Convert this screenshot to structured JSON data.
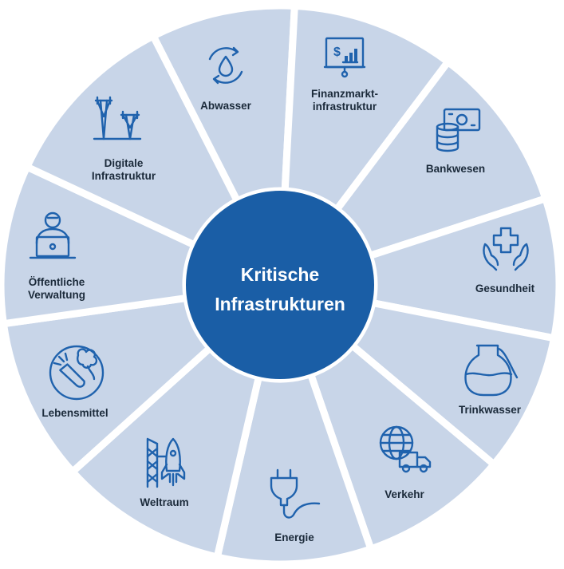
{
  "center": {
    "line1": "Kritische",
    "line2": "Infrastrukturen"
  },
  "colors": {
    "segment": "#c8d5e8",
    "center": "#1a5ea6",
    "icon": "#1f62ad",
    "text": "#1b2a3a",
    "gap": "#ffffff"
  },
  "sectors": [
    {
      "id": "abwasser",
      "icon": "water-cycle-icon",
      "label_lines": [
        "Abwasser"
      ]
    },
    {
      "id": "finanzmarkt",
      "icon": "finance-chart-icon",
      "label_lines": [
        "Finanzmarkt-",
        "infrastruktur"
      ]
    },
    {
      "id": "bankwesen",
      "icon": "money-coins-icon",
      "label_lines": [
        "Bankwesen"
      ]
    },
    {
      "id": "gesundheit",
      "icon": "medical-cross-hands-icon",
      "label_lines": [
        "Gesundheit"
      ]
    },
    {
      "id": "trinkwasser",
      "icon": "water-jug-icon",
      "label_lines": [
        "Trinkwasser"
      ]
    },
    {
      "id": "verkehr",
      "icon": "globe-truck-icon",
      "label_lines": [
        "Verkehr"
      ]
    },
    {
      "id": "energie",
      "icon": "power-plug-icon",
      "label_lines": [
        "Energie"
      ]
    },
    {
      "id": "weltraum",
      "icon": "rocket-tower-icon",
      "label_lines": [
        "Weltraum"
      ]
    },
    {
      "id": "lebensmittel",
      "icon": "food-plate-icon",
      "label_lines": [
        "Lebensmittel"
      ]
    },
    {
      "id": "verwaltung",
      "icon": "person-laptop-icon",
      "label_lines": [
        "Öffentliche",
        "Verwaltung"
      ]
    },
    {
      "id": "digitale",
      "icon": "antenna-towers-icon",
      "label_lines": [
        "Digitale",
        "Infrastruktur"
      ]
    }
  ]
}
